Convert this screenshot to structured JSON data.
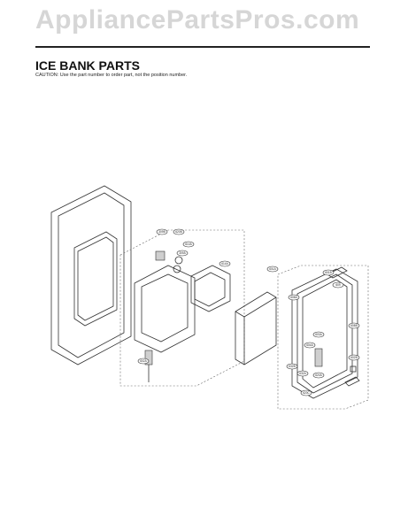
{
  "header": {
    "watermark": "AppliancePartsPros.com"
  },
  "page": {
    "title": "ICE BANK PARTS",
    "caution": "CAUTION: Use the part number to order part, not the position number."
  },
  "callouts": [
    "309B",
    "620B",
    "610A",
    "309A",
    "614A",
    "601A",
    "601B",
    "609",
    "608A",
    "608B",
    "604A",
    "603A",
    "632B",
    "632A",
    "620A",
    "602B",
    "602A",
    "620C"
  ]
}
